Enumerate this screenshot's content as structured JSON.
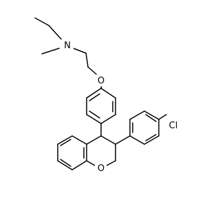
{
  "molecule": {
    "atoms": {
      "nitrogen": "N",
      "ether_oxygen": "O",
      "ring_oxygen": "O",
      "chlorine": "Cl"
    },
    "colors": {
      "bond": "#000000",
      "label": "#000000",
      "background": "#ffffff"
    }
  }
}
